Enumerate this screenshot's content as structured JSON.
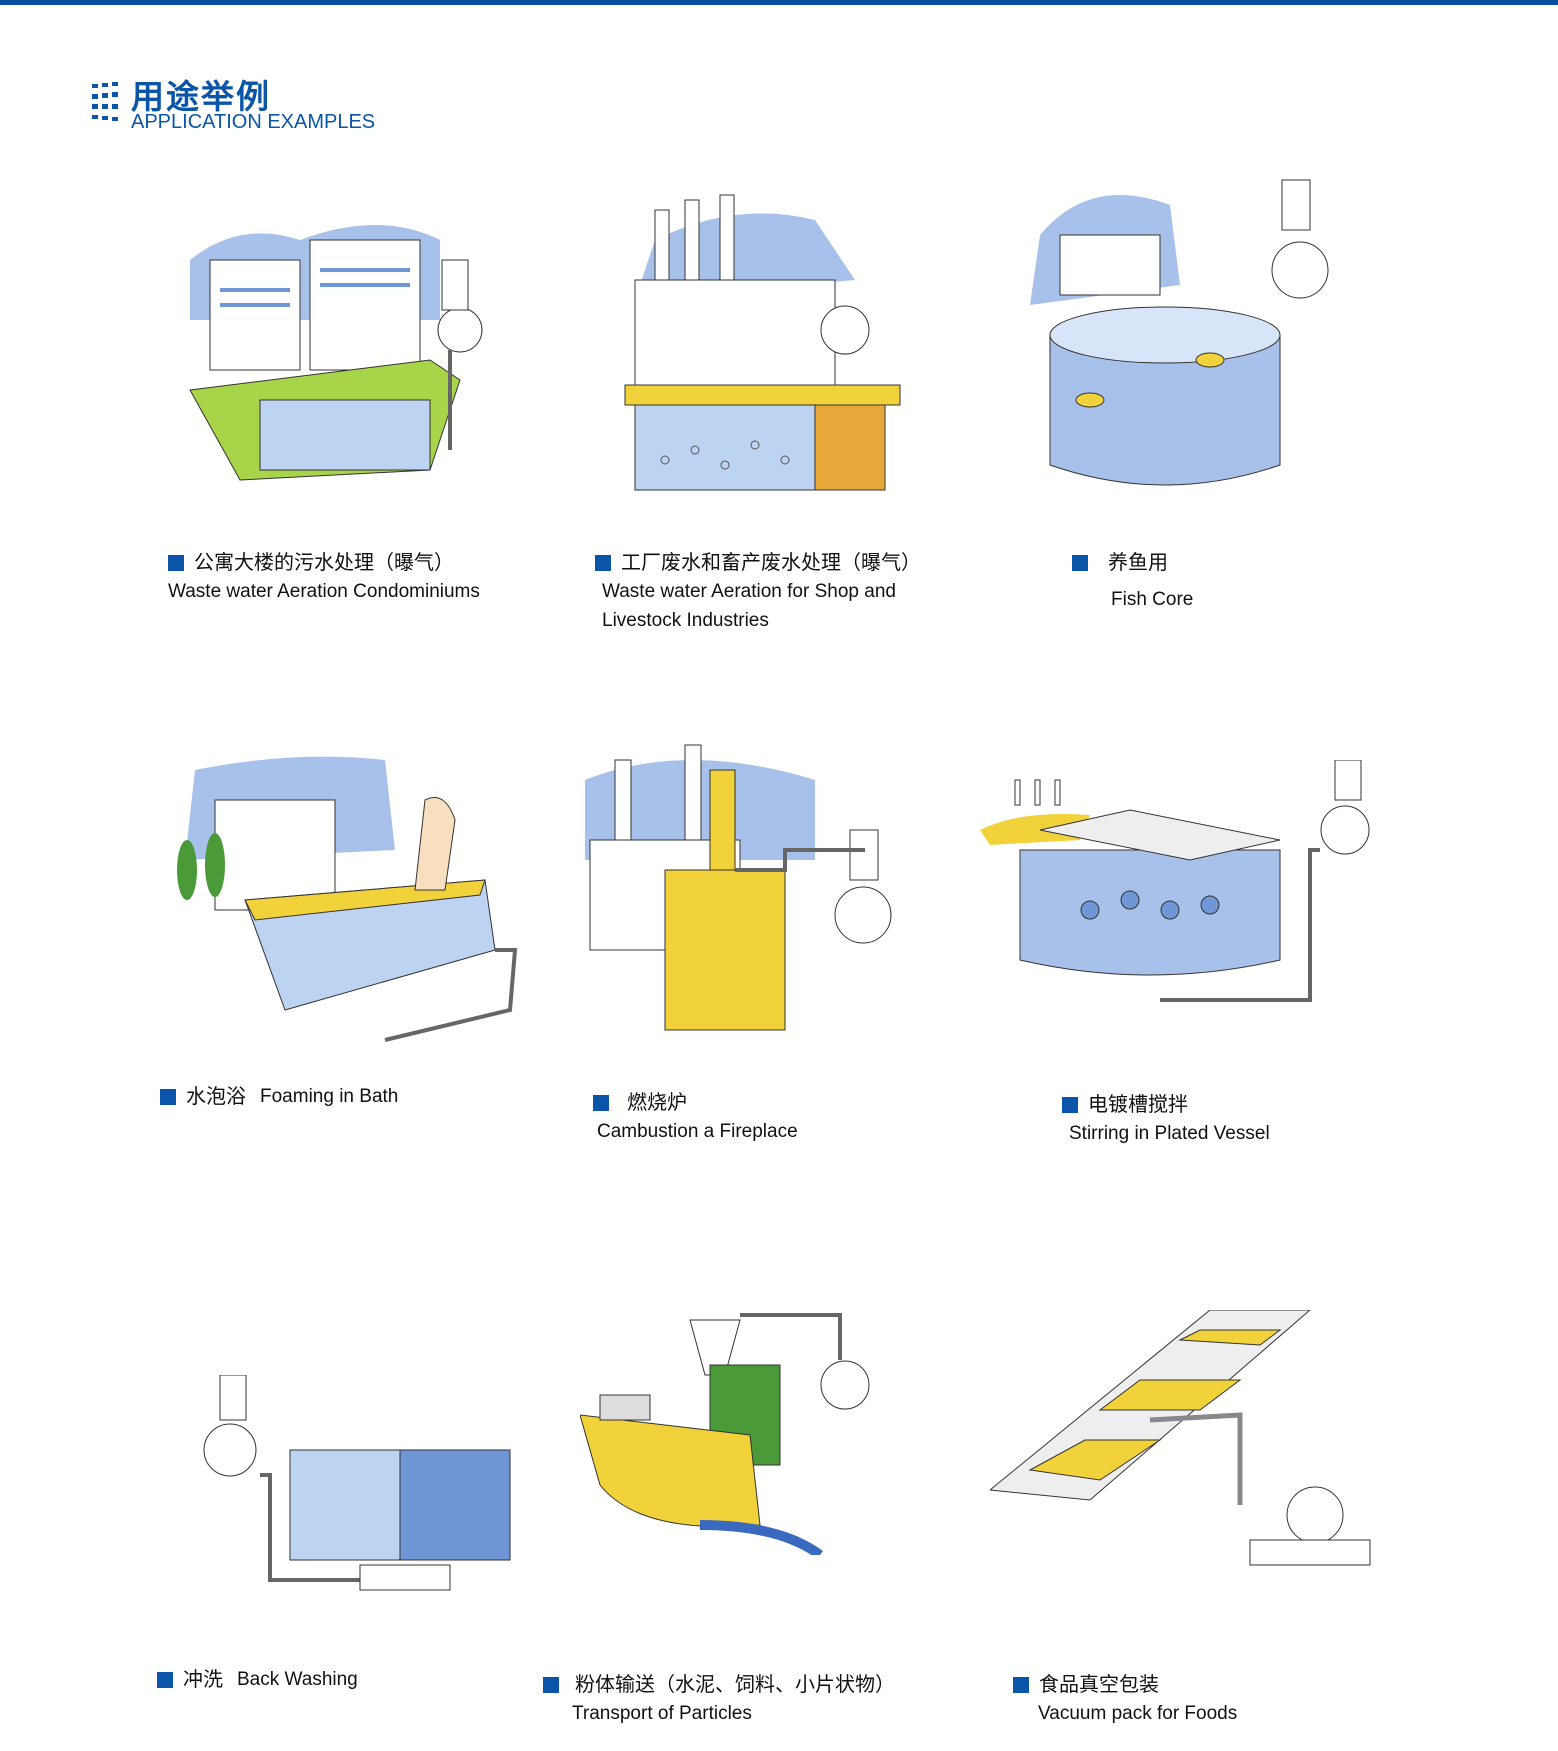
{
  "header": {
    "title_cn": "用途举例",
    "title_en": "APPLICATION EXAMPLES"
  },
  "colors": {
    "accent": "#0b55a8",
    "water": "#6f97d6",
    "yellow": "#f2d23a",
    "green": "#9acd3a"
  },
  "examples": [
    {
      "cn": "公寓大楼的污水处理（曝气）",
      "en": "Waste water Aeration Condominiums",
      "en2": ""
    },
    {
      "cn": "工厂废水和畜产废水处理（曝气）",
      "en": "Waste water Aeration for Shop and",
      "en2": "Livestock Industries"
    },
    {
      "cn": "养鱼用",
      "en": "Fish Core",
      "en2": ""
    },
    {
      "cn": "水泡浴",
      "en": "Foaming in Bath",
      "en2": ""
    },
    {
      "cn": "燃烧炉",
      "en": "Cambustion a Fireplace",
      "en2": ""
    },
    {
      "cn": "电镀槽搅拌",
      "en": "Stirring in Plated Vessel",
      "en2": ""
    },
    {
      "cn": "冲洗",
      "en": "Back Washing",
      "en2": ""
    },
    {
      "cn": "粉体输送（水泥、饲料、小片状物）",
      "en": "Transport of Particles",
      "en2": ""
    },
    {
      "cn": "食品真空包装",
      "en": "Vacuum pack for Foods",
      "en2": ""
    }
  ]
}
